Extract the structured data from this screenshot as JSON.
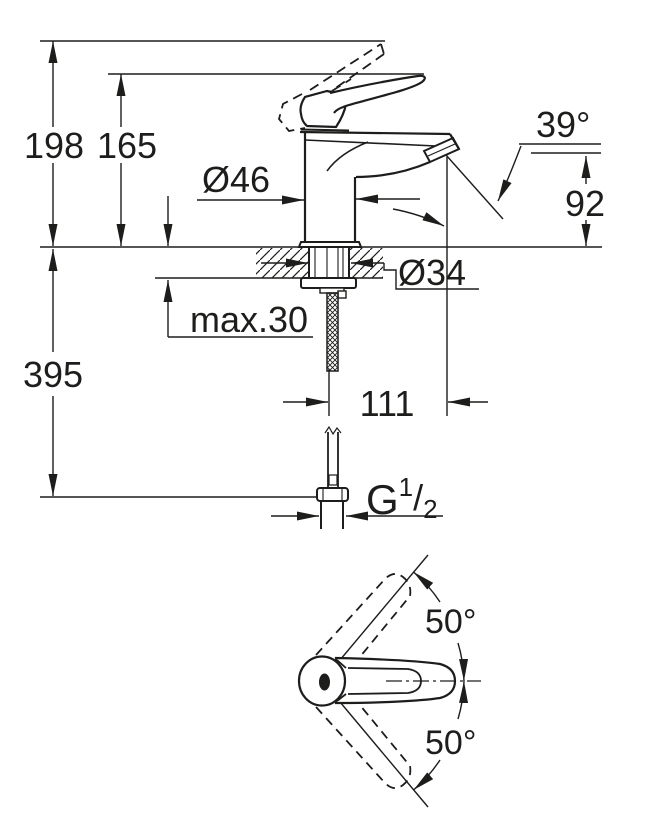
{
  "drawing": {
    "title": "single-lever-basin-mixer-dimension-drawing",
    "colors": {
      "line": "#1d1d1b",
      "background": "#ffffff"
    },
    "labels": {
      "overall_height": "198",
      "lever_height": "165",
      "body_diameter": "Ø46",
      "spray_angle": "39°",
      "outlet_height": "92",
      "mounting_hole_diameter": "Ø34",
      "max_deck_thickness": "max.30",
      "hose_drop": "395",
      "spout_reach": "111",
      "thread": {
        "g": "G",
        "numerator": "1",
        "slash": "/",
        "denominator": "2"
      },
      "handle_swing_upper": "50°",
      "handle_swing_lower": "50°"
    }
  }
}
